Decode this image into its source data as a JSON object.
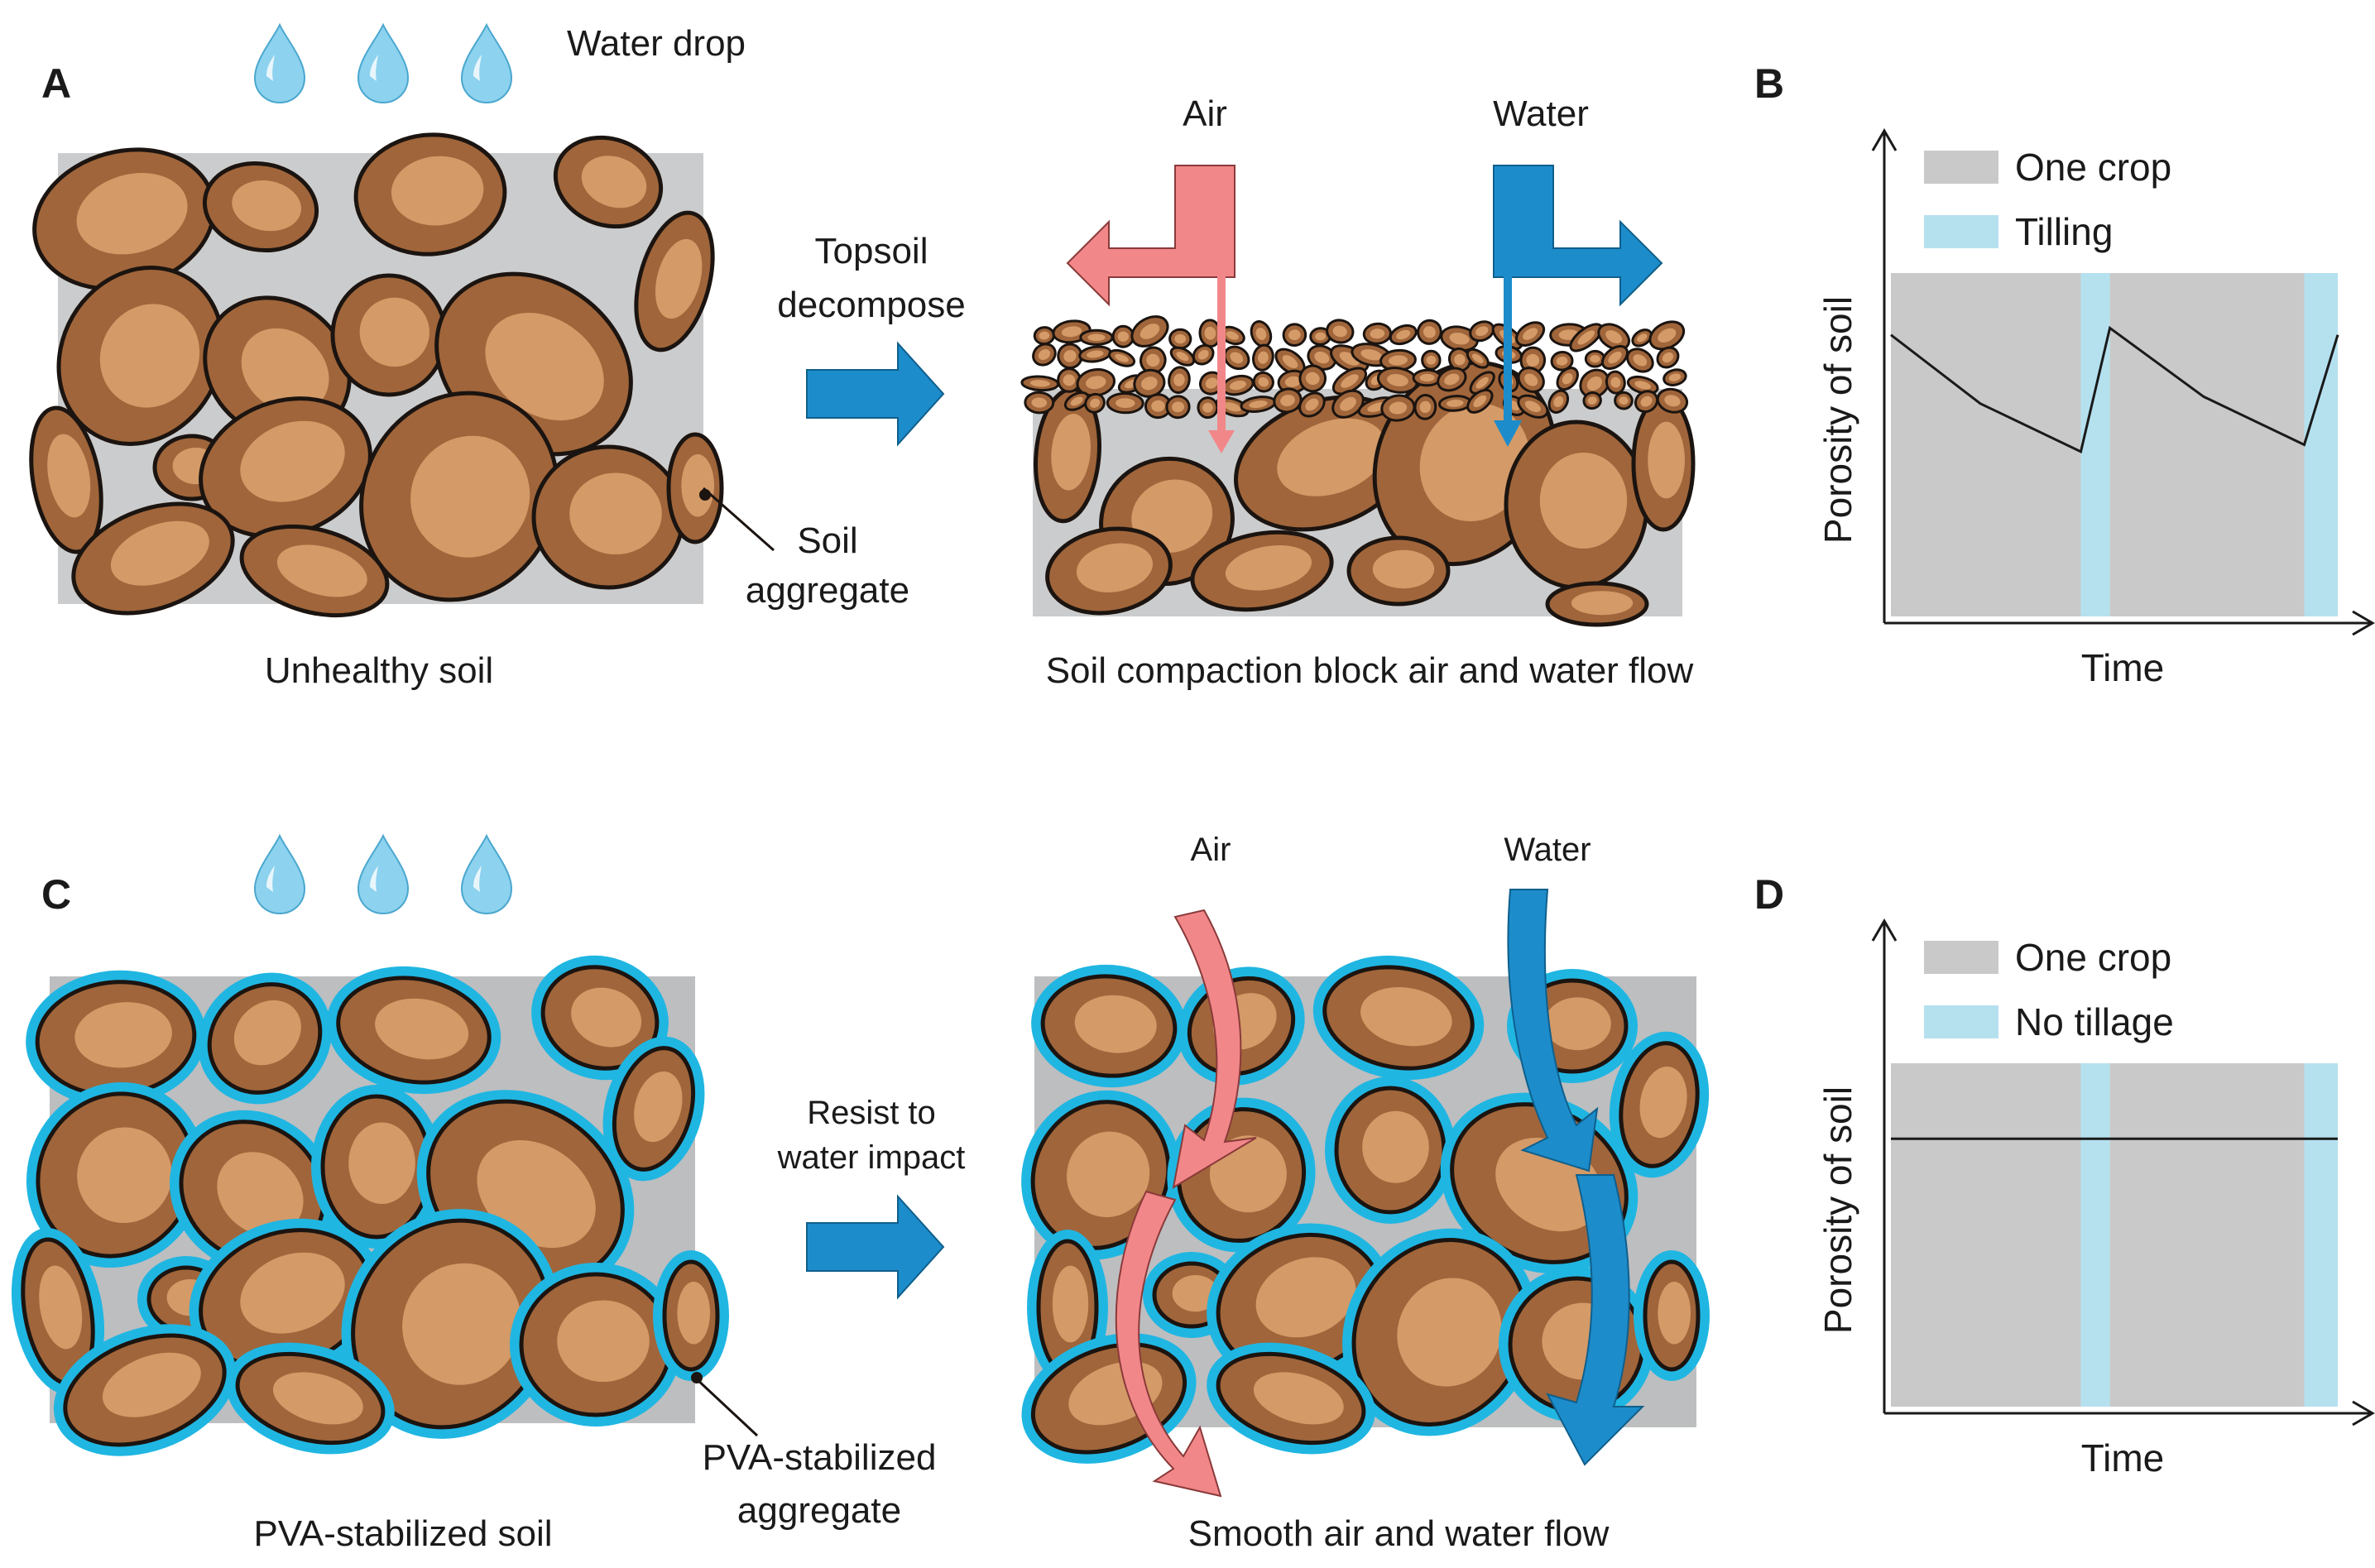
{
  "panels": {
    "a": "A",
    "b": "B",
    "c": "C",
    "d": "D"
  },
  "panel_a": {
    "water_drop": "Water drop",
    "soil_aggregate_line1": "Soil",
    "soil_aggregate_line2": "aggregate",
    "unhealthy_soil": "Unhealthy soil",
    "step_line1": "Topsoil",
    "step_line2": "decompose",
    "air": "Air",
    "water": "Water",
    "result": "Soil compaction block air and water flow"
  },
  "panel_c": {
    "pva_aggregate_line1": "PVA-stabilized",
    "pva_aggregate_line2": "aggregate",
    "pva_soil": "PVA-stabilized soil",
    "step_line1": "Resist to",
    "step_line2": "water impact",
    "air": "Air",
    "water": "Water",
    "result": "Smooth air and water flow"
  },
  "colors": {
    "soil_gap": "#cbcccd",
    "soil_gap_pva": "#bdbec0",
    "aggregate_dark": "#a0653a",
    "aggregate_light": "#d49a67",
    "outline": "#1b1410",
    "pva_coat": "#20b6e2",
    "air_arrow": "#f2878a",
    "water_arrow": "#1d8ccb",
    "drop": "#8dd2ee",
    "one_crop": "#c9c9c9",
    "tilling": "#b5e1ef"
  },
  "chart_data": [
    {
      "type": "line",
      "panel": "B",
      "xlabel": "Time",
      "ylabel": "Porosity of soil",
      "legend": [
        {
          "name": "One crop",
          "color": "#c9c9c9"
        },
        {
          "name": "Tilling",
          "color": "#b5e1ef"
        }
      ],
      "bands": [
        {
          "kind": "One crop",
          "from": 0,
          "to": 0.425
        },
        {
          "kind": "Tilling",
          "from": 0.425,
          "to": 0.49
        },
        {
          "kind": "One crop",
          "from": 0.49,
          "to": 0.925
        },
        {
          "kind": "Tilling",
          "from": 0.925,
          "to": 1.0
        }
      ],
      "series": [
        {
          "x": [
            0,
            0.2,
            0.425,
            0.49,
            0.7,
            0.925,
            1.0
          ],
          "y": [
            0.82,
            0.62,
            0.48,
            0.84,
            0.64,
            0.5,
            0.82
          ]
        }
      ],
      "xlim": [
        0,
        1
      ],
      "ylim": [
        0,
        1
      ]
    },
    {
      "type": "line",
      "panel": "D",
      "xlabel": "Time",
      "ylabel": "Porosity of soil",
      "legend": [
        {
          "name": "One crop",
          "color": "#c9c9c9"
        },
        {
          "name": "No tillage",
          "color": "#b5e1ef"
        }
      ],
      "bands": [
        {
          "kind": "One crop",
          "from": 0,
          "to": 0.425
        },
        {
          "kind": "No tillage",
          "from": 0.425,
          "to": 0.49
        },
        {
          "kind": "One crop",
          "from": 0.49,
          "to": 0.925
        },
        {
          "kind": "No tillage",
          "from": 0.925,
          "to": 1.0
        }
      ],
      "series": [
        {
          "x": [
            0,
            1.0
          ],
          "y": [
            0.78,
            0.78
          ]
        }
      ],
      "xlim": [
        0,
        1
      ],
      "ylim": [
        0,
        1
      ]
    }
  ]
}
